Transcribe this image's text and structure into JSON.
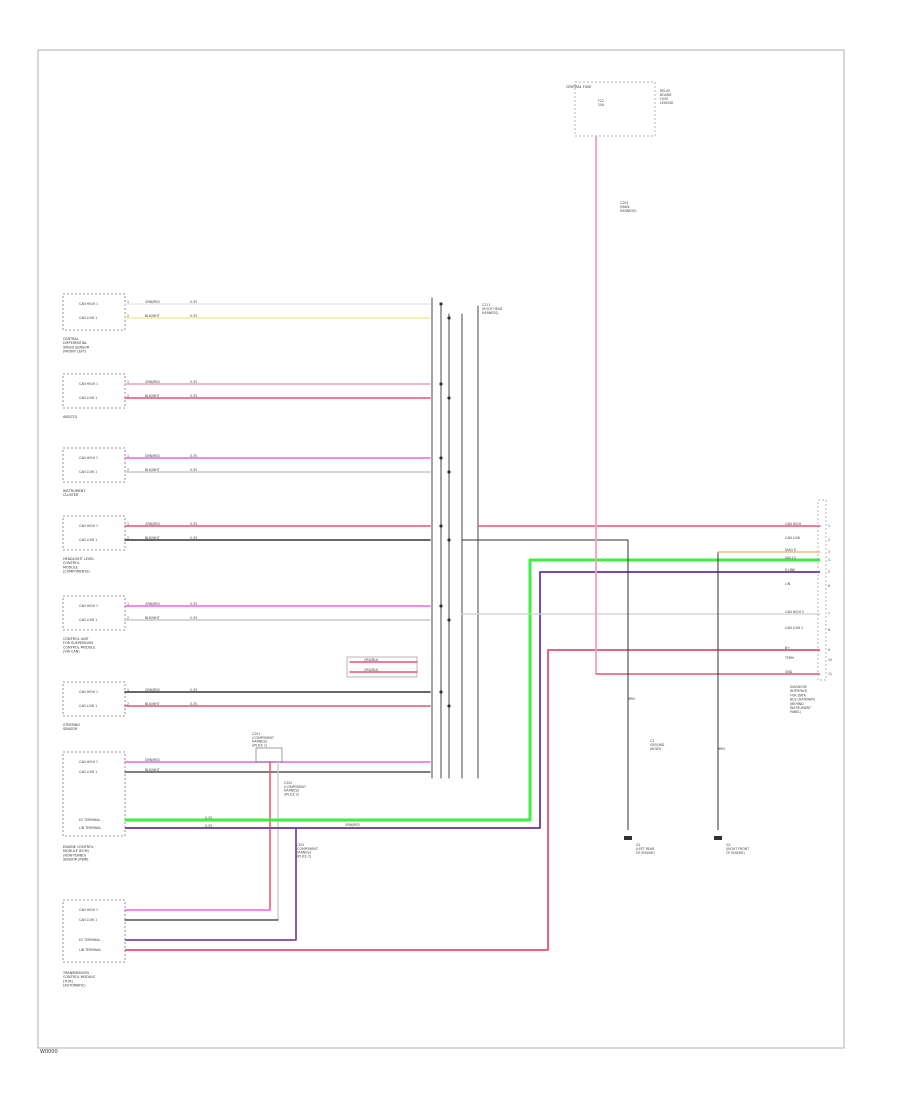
{
  "footer_code": "W0000",
  "components": [
    {
      "id": "c1",
      "name": [
        "CENTRAL",
        "DIFFERENTIAL",
        "SPEED SENSOR",
        "(FRONT LEFT)"
      ],
      "pins": [
        "CAN HIGH 1",
        "CAN LOW 1"
      ]
    },
    {
      "id": "c2",
      "name": [
        "ABS/TCS"
      ],
      "pins": [
        "CAN HIGH 1",
        "CAN LOW 1"
      ]
    },
    {
      "id": "c3",
      "name": [
        "INSTRUMENT",
        "CLUSTER"
      ],
      "pins": [
        "CAN HIGH 1",
        "CAN LOW 1"
      ]
    },
    {
      "id": "c4",
      "name": [
        "HEADLIGHT LEVEL",
        "CONTROL",
        "MODULE",
        "(COMPONENTS)"
      ],
      "pins": [
        "CAN HIGH 1",
        "CAN LOW 1"
      ]
    },
    {
      "id": "c5",
      "name": [
        "CONTROL UNIT",
        "FOR SUSPENSION",
        "CONTROL MODULE",
        "(VIA CAN)"
      ],
      "pins": [
        "CAN HIGH 1",
        "CAN LOW 1"
      ]
    },
    {
      "id": "c6",
      "name": [
        "STEERING",
        "SENSOR"
      ],
      "pins": [
        "CAN HIGH 1",
        "CAN LOW 1"
      ]
    },
    {
      "id": "c7",
      "name": [
        "ENGINE CONTROL",
        "MODULE (ECM)",
        "(NON-TURBO)",
        "SENSOR (PWR)"
      ],
      "pins": [
        "CAN HIGH 1",
        "CAN LOW 1",
        "K5 TERMINAL",
        "LIN TERMINAL"
      ]
    },
    {
      "id": "c8",
      "name": [
        "TRANSMISSION",
        "CONTROL MODULE",
        "(TCM)",
        "(AUTOMATIC)"
      ],
      "pins": [
        "CAN HIGH 1",
        "CAN LOW 1",
        "K5 TERMINAL",
        "LIN TERMINAL"
      ]
    }
  ],
  "wire_codes": {
    "high": "GRN/RED",
    "low": "BLK/WHT",
    "ord": "ORG/BLK"
  },
  "splices": [
    {
      "id": "sp1",
      "label": [
        "C211",
        "(ROOF HEAD",
        "HARNESS)"
      ]
    },
    {
      "id": "sp2",
      "label": [
        "C201",
        "(COMPONENT",
        "HARNESS",
        "SPLICE 1)"
      ]
    },
    {
      "id": "sp3",
      "label": [
        "C202",
        "(COMPONENT",
        "HARNESS",
        "SPLICE 2)"
      ]
    },
    {
      "id": "sp4",
      "label": [
        "C3",
        "GROUND",
        "(BODY)"
      ]
    }
  ],
  "fuse": {
    "title": "CENTRAL FUSE",
    "ref": [
      "RELAY",
      "BOARD",
      "FUSE",
      "LEGEND"
    ],
    "fuse_label": [
      "F22",
      "10A"
    ],
    "conn": [
      "C204",
      "(MAIN",
      "HARNESS)"
    ]
  },
  "gateway": {
    "name": [
      "DIAGNOSE",
      "INTERFACE",
      "FOR DATA",
      "BUS (GATEWAY)",
      "(BEHIND",
      "INSTRUMENT",
      "PANEL)"
    ],
    "pins": [
      "CAN HIGH",
      "CAN LOW",
      "DIAG K",
      "IGN 15",
      "K LINE",
      "LIN",
      "CAN HIGH 2",
      "CAN LOW 2",
      "B+",
      "TERM",
      "GND"
    ]
  },
  "grounds": [
    {
      "id": "g1",
      "label": [
        "G1",
        "(LEFT REAR",
        "OF ENGINE)"
      ],
      "wire": "BRN"
    },
    {
      "id": "g2",
      "label": [
        "G2",
        "(RIGHT FRONT",
        "OF ENGINE)"
      ],
      "wire": "BRN"
    }
  ],
  "colors": {
    "pink": "#f2a0b8",
    "red": "#e8506e",
    "magenta": "#f060ec",
    "green": "#40ee40",
    "purple": "#7a4aa6",
    "black": "#333333",
    "yellow": "#f1eb9a",
    "gray": "#c9c9c9",
    "frame": "#b0b0b0"
  }
}
